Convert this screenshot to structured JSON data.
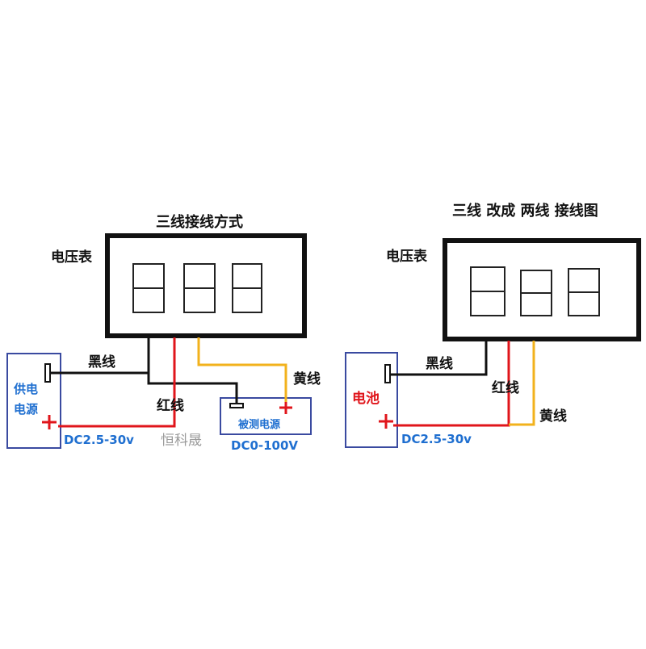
{
  "left": {
    "title": "三线接线方式",
    "meter_label": "电压表",
    "wire_black": "黑线",
    "wire_red": "红线",
    "wire_yellow": "黄线",
    "supply_line1": "供电",
    "supply_line2": "电源",
    "supply_range": "DC2.5-30v",
    "source_label": "被测电源",
    "source_range": "DC0-100V"
  },
  "right": {
    "title": "三线 改成 两线 接线图",
    "meter_label": "电压表",
    "wire_black": "黑线",
    "wire_red": "红线",
    "wire_yellow": "黄线",
    "battery_label": "电池",
    "supply_range": "DC2.5-30v"
  },
  "watermark": "恒科晟",
  "colors": {
    "black_wire": "#111111",
    "red_wire": "#e0151b",
    "yellow_wire": "#f2b21c",
    "blue_box": "#3a4aa0",
    "label_blue": "#1f6fd0"
  }
}
